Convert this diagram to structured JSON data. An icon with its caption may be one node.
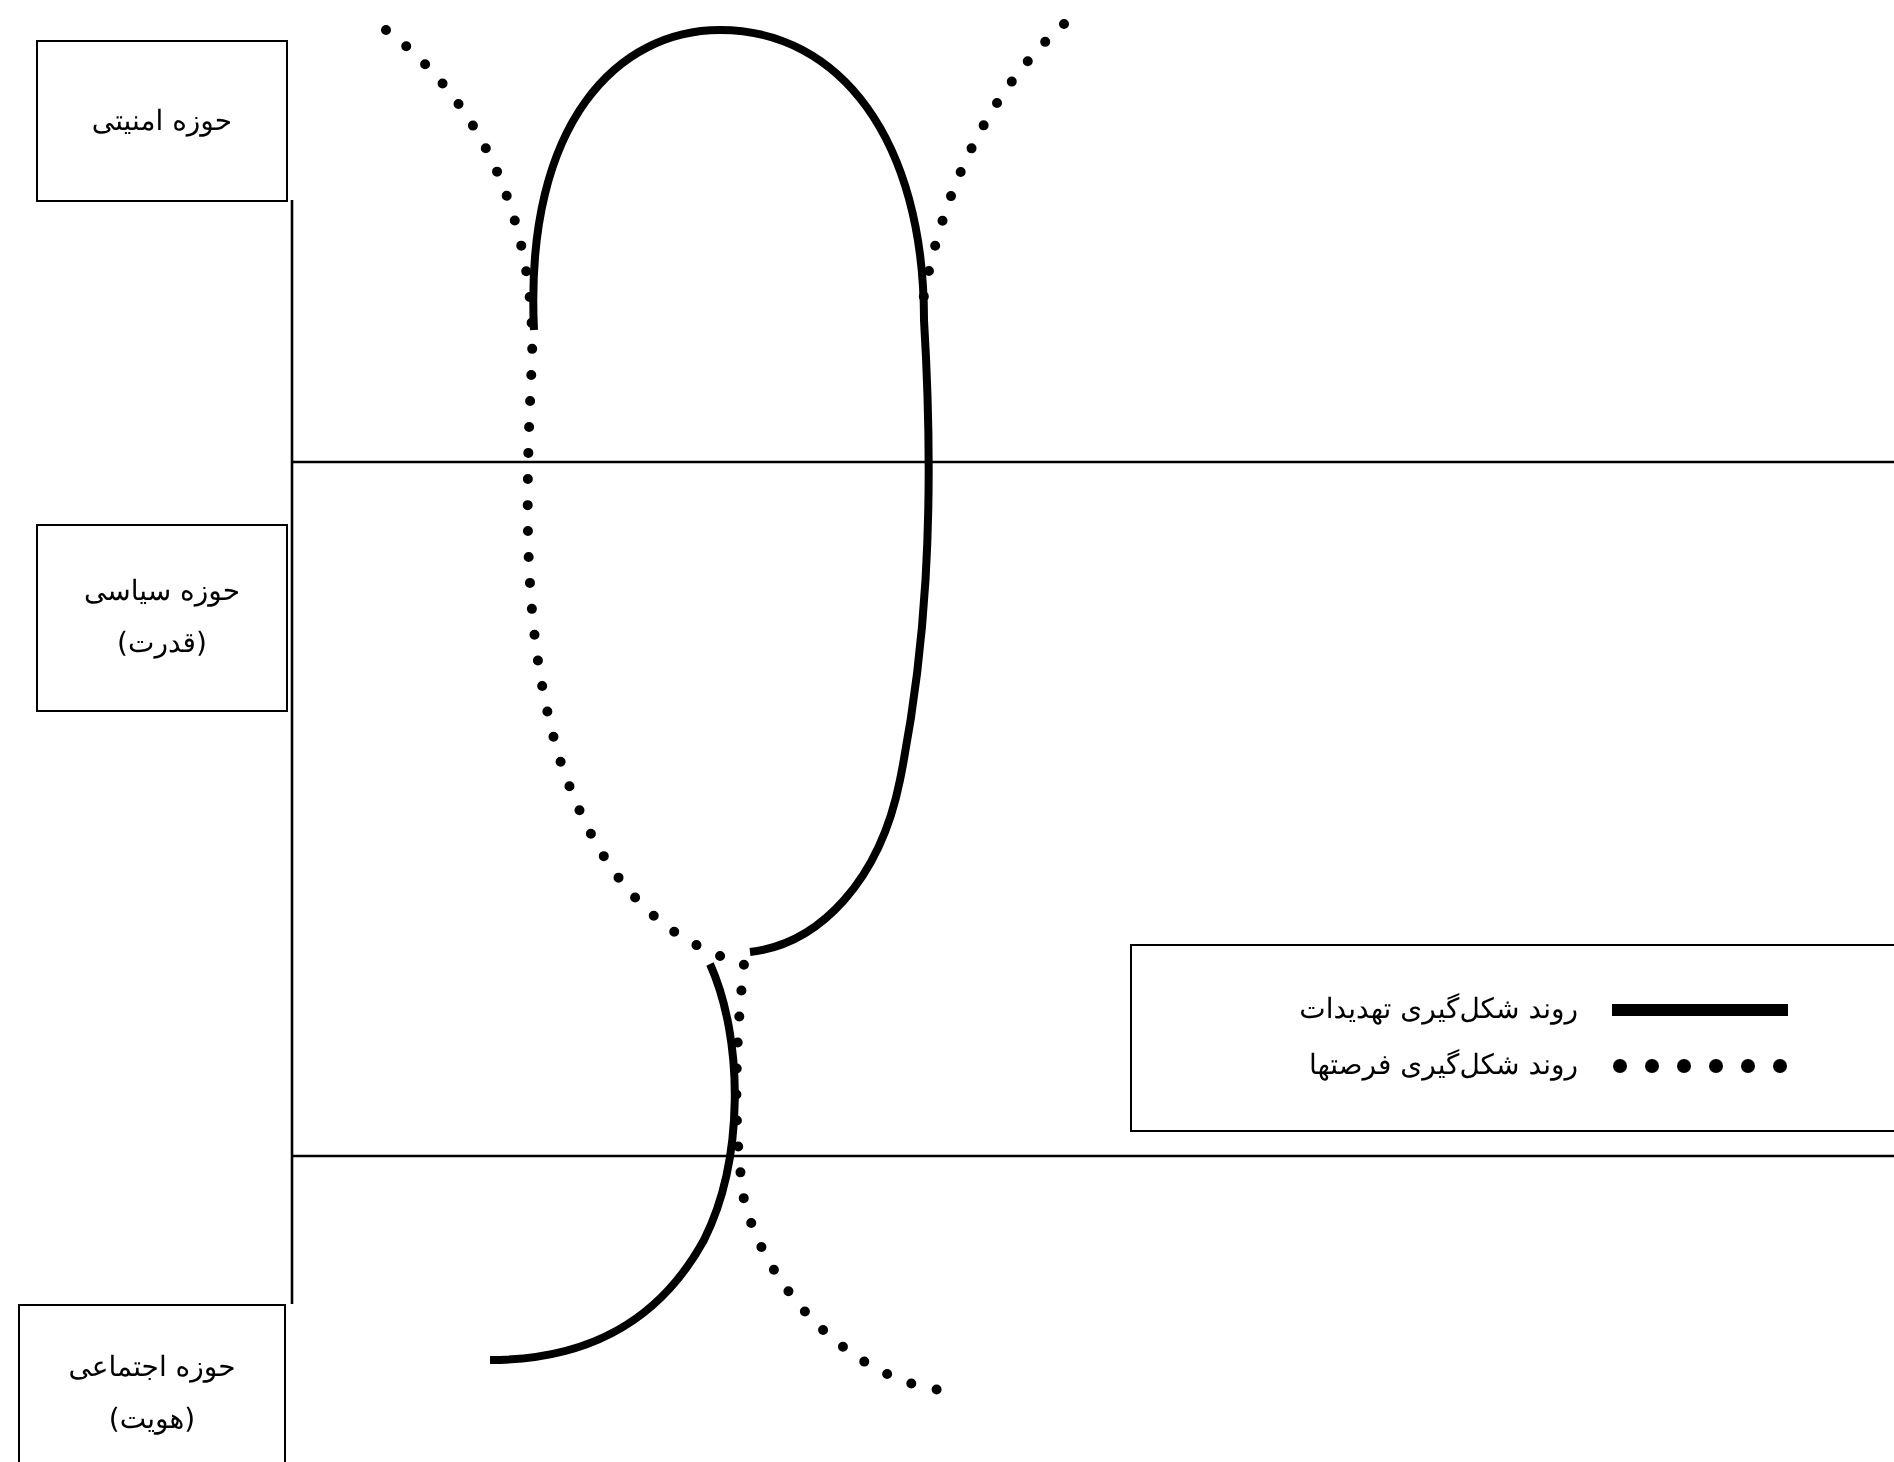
{
  "diagram": {
    "nodes": [
      {
        "text": [
          "حوزه امنیتی"
        ]
      },
      {
        "text": [
          "حوزه سیاسی",
          "(قدرت)"
        ]
      },
      {
        "text": [
          "حوزه اجتماعی",
          "(هویت)"
        ]
      }
    ],
    "edges": [],
    "legend": [
      {
        "text": "روند شکل‌گیری تهدیدات"
      },
      {
        "text": "روند شکل‌گیری فرصتها"
      }
    ]
  }
}
